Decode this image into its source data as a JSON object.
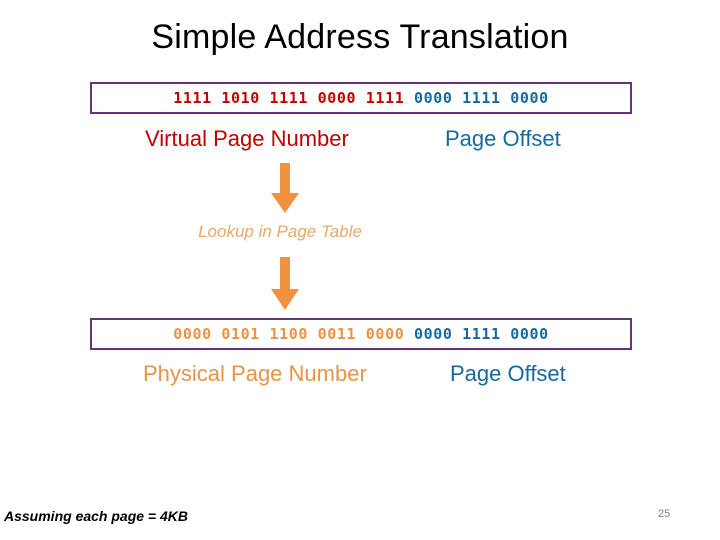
{
  "slide": {
    "title": "Simple Address Translation",
    "page_number": "25",
    "footnote": "Assuming each page = 4KB"
  },
  "colors": {
    "border_purple": "#66347F",
    "red": "#C00000",
    "teal": "#17699B",
    "orange": "#E79447",
    "caption_orange": "#E8A86A",
    "page_number_gray": "#808080"
  },
  "virtual_address": {
    "box_label": "virtual-address-bits",
    "vpn_bits": "1111 1010 1111 0000 1111",
    "offset_bits": "0000 1111 0000",
    "vpn_label": "Virtual Page Number",
    "offset_label": "Page Offset"
  },
  "lookup": {
    "caption": "Lookup in Page Table",
    "arrow_top": "down-arrow",
    "arrow_bottom": "down-arrow"
  },
  "physical_address": {
    "box_label": "physical-address-bits",
    "ppn_bits": "0000 0101 1100 0011 0000",
    "offset_bits": "0000 1111 0000",
    "ppn_label": "Physical Page Number",
    "offset_label": "Page Offset"
  }
}
